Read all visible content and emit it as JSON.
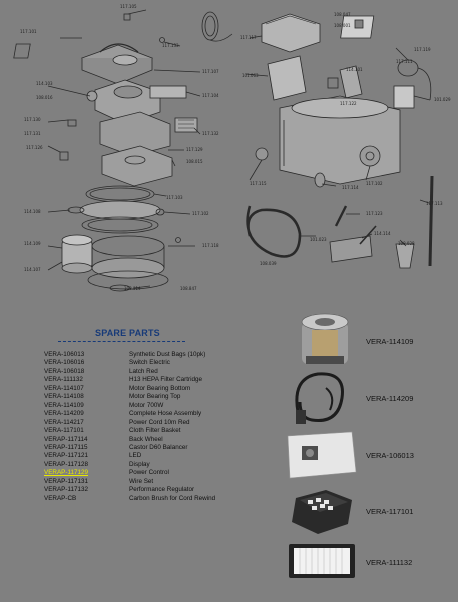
{
  "diagram": {
    "callouts": [
      "117.105",
      "117.101",
      "117.133",
      "117.107",
      "114.103",
      "108.016",
      "117.104",
      "117.130",
      "117.131",
      "117.132",
      "117.126",
      "117.129",
      "108.015",
      "117.103",
      "114.108",
      "117.102",
      "114.109",
      "117.118",
      "114.107",
      "108.014",
      "108.847",
      "108.047",
      "108.001",
      "117.117",
      "101.063",
      "114.101",
      "117.122",
      "117.111",
      "117.119",
      "101.029",
      "117.115",
      "117.114",
      "117.102",
      "101.023",
      "117.123",
      "117.113",
      "108.039",
      "114.114",
      "108.028"
    ]
  },
  "spare_parts": {
    "title": "SPARE PARTS",
    "rows": [
      {
        "code": "VERA-106013",
        "desc": "Synthetic Dust Bags (10pk)"
      },
      {
        "code": "VERA-106016",
        "desc": "Switch Electric"
      },
      {
        "code": "VERA-106018",
        "desc": "Latch Red"
      },
      {
        "code": "VERA-111132",
        "desc": "H13 HEPA Filter Cartridge"
      },
      {
        "code": "VERA-114107",
        "desc": "Motor Bearing Bottom"
      },
      {
        "code": "VERA-114108",
        "desc": "Motor Bearing Top"
      },
      {
        "code": "VERA-114109",
        "desc": "Motor 700W"
      },
      {
        "code": "VERA-114209",
        "desc": "Complete Hose Assembly"
      },
      {
        "code": "VERA-114217",
        "desc": "Power Cord 10m Red"
      },
      {
        "code": "VERA-117101",
        "desc": "Cloth Filter Basket"
      },
      {
        "code": "VERAP-117114",
        "desc": "Back Wheel"
      },
      {
        "code": "VERAP-117115",
        "desc": "Castor D60 Balancer"
      },
      {
        "code": "VERAP-117121",
        "desc": "LED"
      },
      {
        "code": "VERAP-117128",
        "desc": "Display"
      },
      {
        "code": "VERAP-117129",
        "desc": "Power Control"
      },
      {
        "code": "VERAP-117131",
        "desc": "Wire Set"
      },
      {
        "code": "VERAP-117132",
        "desc": "Performance Regulator"
      },
      {
        "code": "VERAP-CB",
        "desc": "Carbon Brush for Cord Rewind"
      }
    ],
    "highlight_color": "#e8e800"
  },
  "product_images": [
    {
      "label": "VERA-114109",
      "icon": "motor-icon"
    },
    {
      "label": "VERA-114209",
      "icon": "hose-icon"
    },
    {
      "label": "VERA-106013",
      "icon": "dust-bag-icon"
    },
    {
      "label": "VERA-117101",
      "icon": "filter-basket-icon"
    },
    {
      "label": "VERA-111132",
      "icon": "hepa-filter-icon"
    }
  ]
}
